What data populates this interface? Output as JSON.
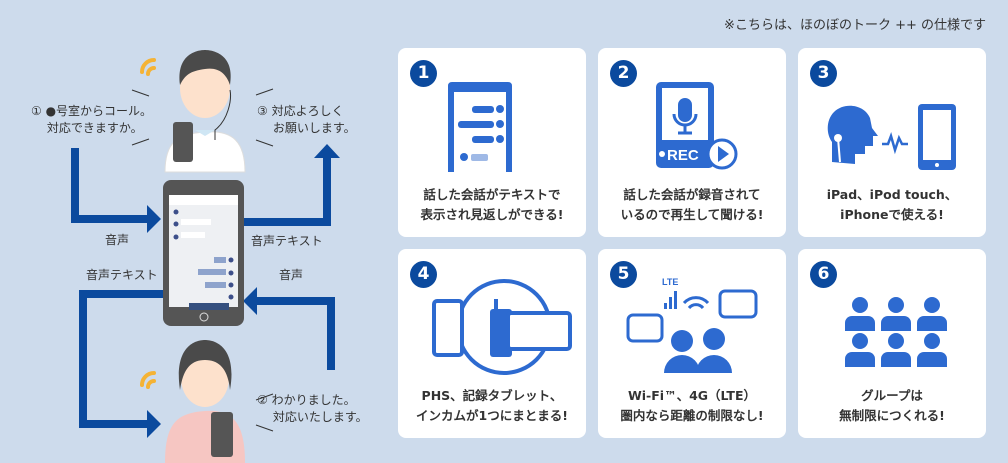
{
  "note": "※こちらは、ほのぼのトーク ++ の仕様です",
  "diagram": {
    "speech1": "① ●号室からコール。\n　 対応できますか。",
    "speech2": "② わかりました。\n　 対応いたします。",
    "speech3": "③ 対応よろしく\n　 お願いします。",
    "label_voice_1": "音声",
    "label_voicetext_1": "音声テキスト",
    "label_voicetext_2": "音声テキスト",
    "label_voice_2": "音声",
    "rec_label": "REC"
  },
  "features": [
    {
      "number": "1",
      "icon": "chat-text-icon",
      "caption": "話した会話がテキストで\n表示され見返しができる!"
    },
    {
      "number": "2",
      "icon": "recording-icon",
      "caption": "話した会話が録音されて\nいるので再生して聞ける!"
    },
    {
      "number": "3",
      "icon": "voice-to-tablet-icon",
      "caption": "iPad、iPod touch、\niPhoneで使える!"
    },
    {
      "number": "4",
      "icon": "devices-icon",
      "caption": "PHS、記録タブレット、\nインカムが1つにまとまる!"
    },
    {
      "number": "5",
      "icon": "wifi-lte-icon",
      "caption": "Wi-Fi™、4G（LTE）\n圏内なら距離の制限なし!"
    },
    {
      "number": "6",
      "icon": "group-icon",
      "caption": "グループは\n無制限につくれる!"
    }
  ],
  "colors": {
    "arrow": "#0b4a9e",
    "icon": "#2d6ad0",
    "background": "#cddbec",
    "signal": "#f5b335"
  }
}
